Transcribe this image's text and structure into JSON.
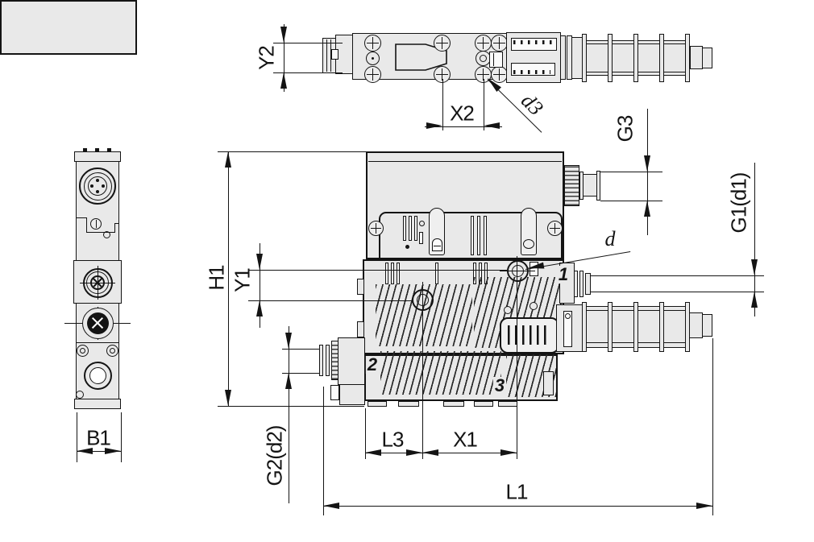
{
  "colors": {
    "background": "#ffffff",
    "line": "#141414",
    "part_fill": "#e9e9e9"
  },
  "labels": {
    "Y2": "Y2",
    "X2": "X2",
    "d3": "d3",
    "G3": "G3",
    "H1": "H1",
    "Y1": "Y1",
    "d": "d",
    "G1d1": "G1(d1)",
    "B1": "B1",
    "G2d2": "G2(d2)",
    "L3": "L3",
    "X1": "X1",
    "L1": "L1",
    "port1": "1",
    "port2": "2",
    "port3": "3"
  }
}
